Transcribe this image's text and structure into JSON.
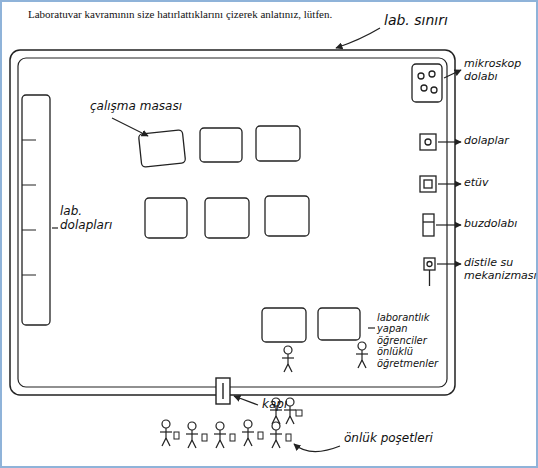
{
  "diagram": {
    "title": "Laboratuvar kavramının size hatırlattıklarını çizerek anlatınız, lütfen.",
    "labels": [
      "lab. sınırı",
      "çalışma masası",
      "lab. dolapları",
      "mikroskop dolabı",
      "dolaplar",
      "etüv",
      "buzdolabı",
      "distile su mekanizması",
      "laborantlık yapan öğrenciler önlüklü öğretmenler",
      "kapı",
      "önlük poşetleri"
    ]
  }
}
